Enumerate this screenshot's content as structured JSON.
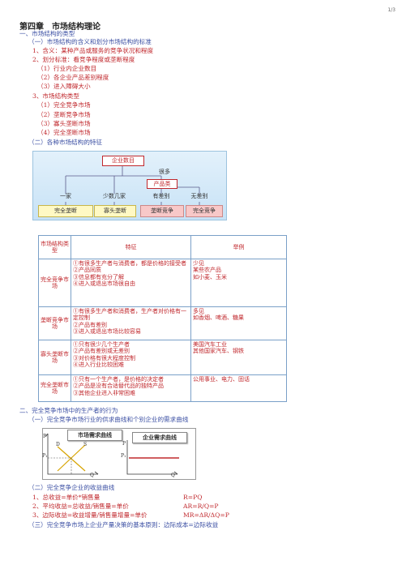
{
  "page_number": "1/3",
  "title": "第四章　市场结构理论",
  "s1": "一、市场结构的类型",
  "s1_1": "（一）市场结构的含义和划分市场结构的标准",
  "item1": "1、含义：某种产品或服务的竞争状况和程度",
  "item2": "2、划分标准：看竞争程度或垄断程度",
  "std1": "（1）行业内企业数目",
  "std2": "（2）各企业产品差别程度",
  "std3": "（3）进入障碍大小",
  "item3": "3、市场结构类型",
  "type1": "（1）完全竞争市场",
  "type2": "（2）垄断竞争市场",
  "type3": "（3）寡头垄断市场",
  "type4": "（4）完全垄断市场",
  "s1_2": "（二）各种市场结构的特征",
  "diagram": {
    "top": "企业数目",
    "many": "很多",
    "product": "产品类",
    "b1": "一家",
    "b2": "少数几家",
    "b3": "有差别",
    "b4": "无差别",
    "r1": "完全垄断",
    "r2": "寡头垄断",
    "r3": "垄断竞争",
    "r4": "完全竞争"
  },
  "table": {
    "headers": [
      "市场结构类型",
      "特征",
      "举例"
    ],
    "rows": [
      {
        "type": "完全竞争市场",
        "features": [
          "①有很多生产者与消费者，都是价格的接受者",
          "②产品同质",
          "③信息都有充分了解",
          "④进入或退出市场很自由"
        ],
        "example": [
          "少见",
          "某些农产品",
          "如小麦、玉米"
        ]
      },
      {
        "type": "垄断竞争市场",
        "features": [
          "①有很多生产者和消费者，生产者对价格有一定控制",
          "②产品有差别",
          "③进入或退出市场比较容易"
        ],
        "example": [
          "多见",
          "如香烟、啤酒、糖果"
        ]
      },
      {
        "type": "寡头垄断市场",
        "features": [
          "①只有很少几个生产者",
          "②产品有差别或无差别",
          "③对价格有很大程度控制",
          "④进入行业比较困难"
        ],
        "example": [
          "美国汽车工业",
          "其他国家汽车、钢铁"
        ]
      },
      {
        "type": "完全垄断市场",
        "features": [
          "①只有一个生产者，是价格的决定者",
          "②产品是没有合适替代品的独特产品",
          "③其他企业进入非常困难"
        ],
        "example": [
          "公用事业、电力、固话"
        ]
      }
    ]
  },
  "s2": "二、完全竞争市场中的生产者的行为",
  "s2_1": "（一）完全竞争市场行业的供求曲线和个别企业的需求曲线",
  "graph": {
    "label1": "市场需求曲线",
    "label2": "企业需求曲线",
    "p": "P",
    "d": "D",
    "s": "S",
    "p1": "P₁",
    "q": "Q",
    "p2": "P",
    "p1b": "P₁",
    "q2": "Q"
  },
  "s2_2": "（二）完全竞争企业的收益曲线",
  "rev1": "1、总收益=单价*销售量",
  "rev1f": "R=PQ",
  "rev2": "2、平均收益=总收益/销售量=单价",
  "rev2f": "AR=R/Q=P",
  "rev3": "3、边际收益=收益增量/销售量增量=单价",
  "rev3f": "MR=ΔR/ΔQ=P",
  "s2_3": "（三）完全竞争市场上企业产量决策的基本原则：边际成本=边际收益"
}
